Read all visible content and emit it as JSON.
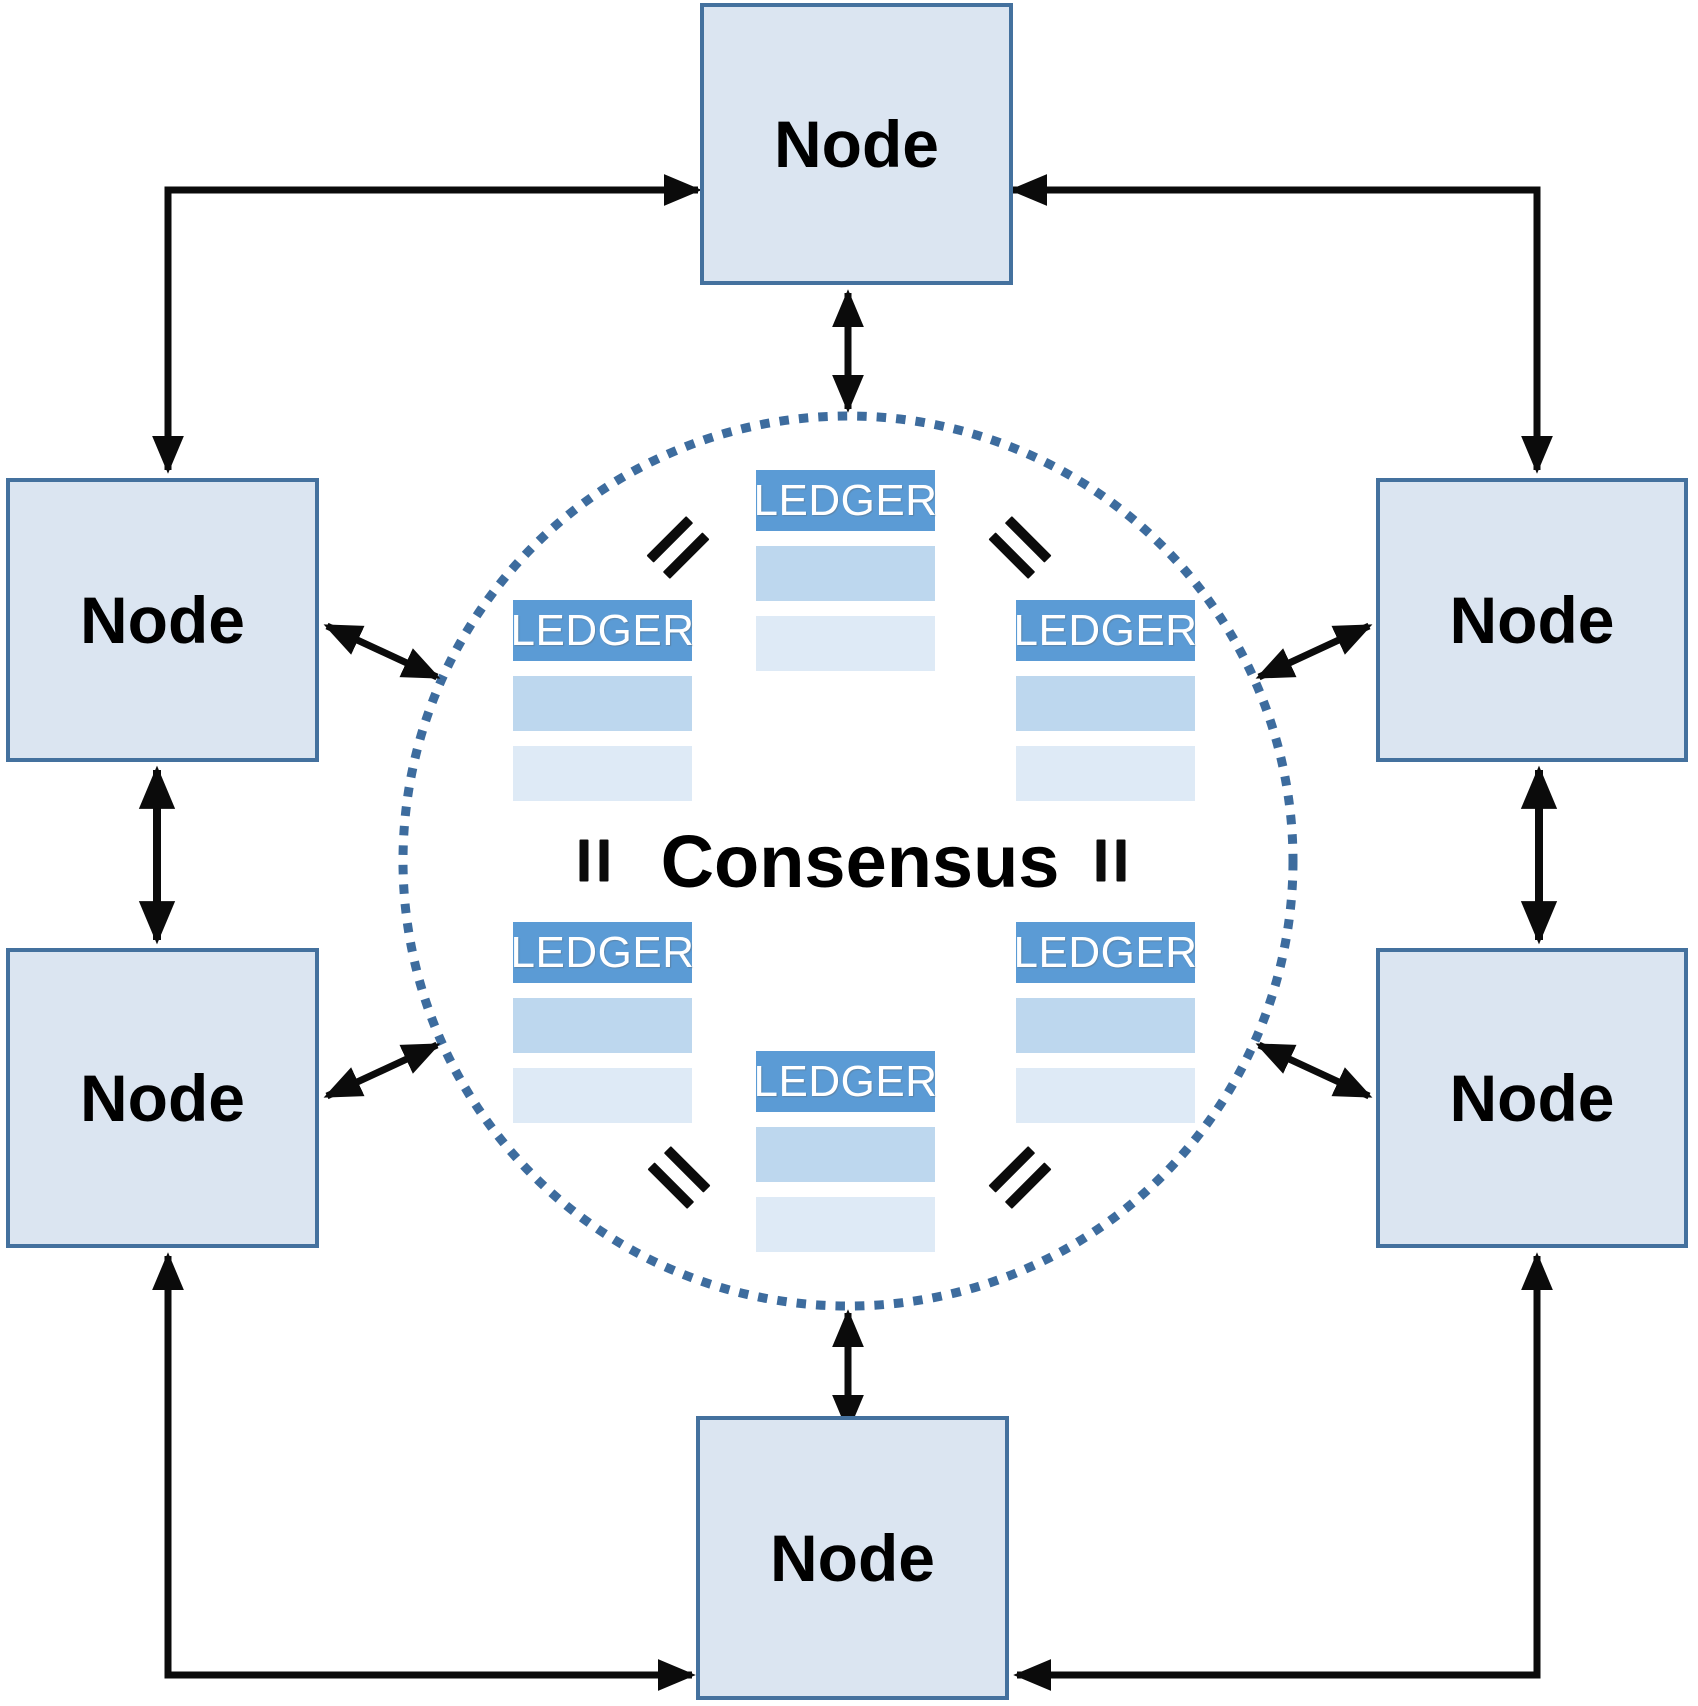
{
  "nodes": [
    {
      "id": "top",
      "label": "Node"
    },
    {
      "id": "upper-left",
      "label": "Node"
    },
    {
      "id": "upper-right",
      "label": "Node"
    },
    {
      "id": "lower-left",
      "label": "Node"
    },
    {
      "id": "lower-right",
      "label": "Node"
    },
    {
      "id": "bottom",
      "label": "Node"
    }
  ],
  "circle": {
    "consensus_label": "Consensus",
    "ledgers": [
      {
        "position": "top-center",
        "label": "LEDGER"
      },
      {
        "position": "upper-left",
        "label": "LEDGER"
      },
      {
        "position": "upper-right",
        "label": "LEDGER"
      },
      {
        "position": "lower-left",
        "label": "LEDGER"
      },
      {
        "position": "lower-right",
        "label": "LEDGER"
      },
      {
        "position": "bottom-center",
        "label": "LEDGER"
      }
    ],
    "equals_marks": [
      {
        "position": "upper-left",
        "orientation": "diagonal-ascending"
      },
      {
        "position": "upper-right",
        "orientation": "diagonal-descending"
      },
      {
        "position": "middle-left",
        "orientation": "vertical"
      },
      {
        "position": "middle-right",
        "orientation": "vertical"
      },
      {
        "position": "lower-left",
        "orientation": "diagonal-descending"
      },
      {
        "position": "lower-right",
        "orientation": "diagonal-ascending"
      }
    ]
  },
  "colors": {
    "node_fill": "#dbe5f1",
    "node_border": "#44719e",
    "ledger_header": "#5b9bd5",
    "ledger_row_medium": "#bdd7ee",
    "ledger_row_light": "#deeaf6",
    "dotted_circle": "#3d6c9e",
    "arrow": "#000000"
  }
}
